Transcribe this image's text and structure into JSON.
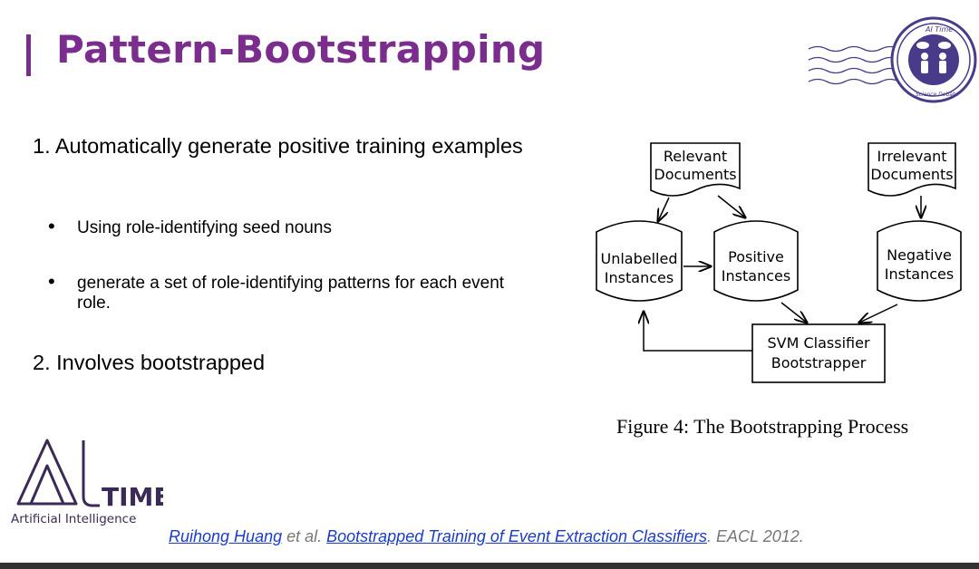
{
  "slide": {
    "title": "Pattern-Bootstrapping",
    "point1": "1. Automatically generate positive training examples",
    "bullets": [
      "Using role-identifying seed nouns",
      " generate a set of role-identifying patterns for each event role."
    ],
    "point2": "2. Involves bootstrapped"
  },
  "figure": {
    "nodes": {
      "relevant_docs": [
        "Relevant",
        "Documents"
      ],
      "irrelevant_docs": [
        "Irrelevant",
        "Documents"
      ],
      "unlabelled": [
        "Unlabelled",
        "Instances"
      ],
      "positive": [
        "Positive",
        "Instances"
      ],
      "negative": [
        "Negative",
        "Instances"
      ],
      "svm": [
        "SVM Classifier",
        "Bootstrapper"
      ]
    },
    "caption": "Figure 4:  The Bootstrapping Process"
  },
  "logo": {
    "word": "TIME",
    "subtitle": "Artificial Intelligence",
    "stamp_top": "AI Time",
    "stamp_bottom": "Science Debate"
  },
  "citation": {
    "author": "Ruihong Huang",
    "etal": " et al. ",
    "paper": "Bootstrapped Training of Event Extraction Classifiers",
    "venue": ". EACL 2012."
  },
  "colors": {
    "accent": "#7b2d8e",
    "link": "#1a3cc8",
    "stamp": "#4a3a8a"
  }
}
